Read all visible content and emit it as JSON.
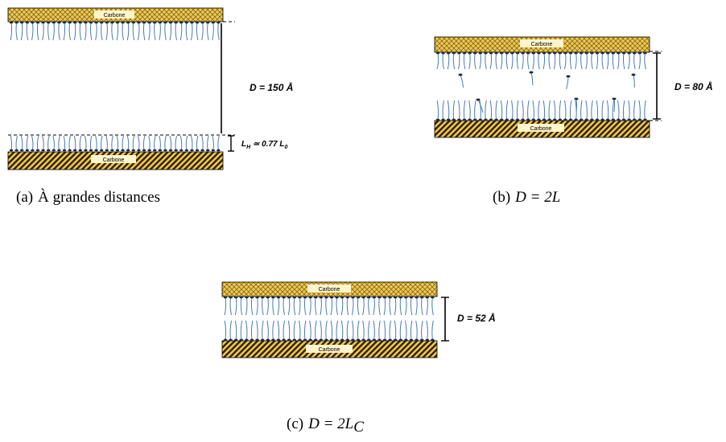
{
  "plate_label": "Carbone",
  "colors": {
    "plate_fill": "#f1c74a",
    "plate_hatch": "#4a3a10",
    "chain": "#4b79b8",
    "headgroup": "#1c2a44",
    "line": "#000000"
  },
  "panels": {
    "a": {
      "distance_label": "D = 150 Å",
      "thickness_label": "L",
      "thickness_sub": "H",
      "thickness_rest": " ≃ 0.77 L",
      "thickness_sub2": "0",
      "caption_prefix": "(a)",
      "caption_text": "À grandes distances"
    },
    "b": {
      "distance_label": "D = 80 Å",
      "caption_prefix": "(b)",
      "caption_math": "D = 2L"
    },
    "c": {
      "distance_label": "D = 52 Å",
      "caption_prefix": "(c)",
      "caption_math": "D = 2L",
      "caption_math_sub": "C"
    }
  }
}
